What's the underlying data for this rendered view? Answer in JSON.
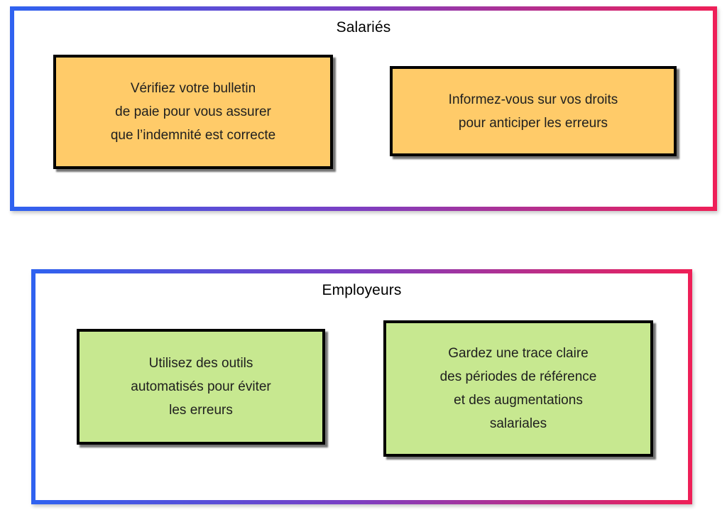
{
  "style": {
    "border_gradient_start": "#2f62f0",
    "border_gradient_mid": "#7a3fc4",
    "border_gradient_end": "#ef1f57",
    "card_orange": "#ffcb69",
    "card_green": "#c7e890",
    "card_border": "#000000",
    "text_color": "#1f1f1f",
    "background": "#ffffff"
  },
  "groups": [
    {
      "id": "salaries",
      "title": "Salariés",
      "cards": [
        {
          "id": "bulletin",
          "color": "orange",
          "lines": [
            "Vérifiez votre bulletin",
            "de paie pour vous assurer",
            "que l’indemnité est correcte"
          ]
        },
        {
          "id": "droits",
          "color": "orange",
          "lines": [
            "Informez-vous sur vos droits",
            "pour anticiper les erreurs"
          ]
        }
      ]
    },
    {
      "id": "employeurs",
      "title": "Employeurs",
      "cards": [
        {
          "id": "outils",
          "color": "green",
          "lines": [
            "Utilisez des outils",
            "automatisés pour éviter",
            "les erreurs"
          ]
        },
        {
          "id": "trace",
          "color": "green",
          "lines": [
            "Gardez une trace claire",
            "des périodes de référence",
            "et des augmentations",
            "salariales"
          ]
        }
      ]
    }
  ]
}
